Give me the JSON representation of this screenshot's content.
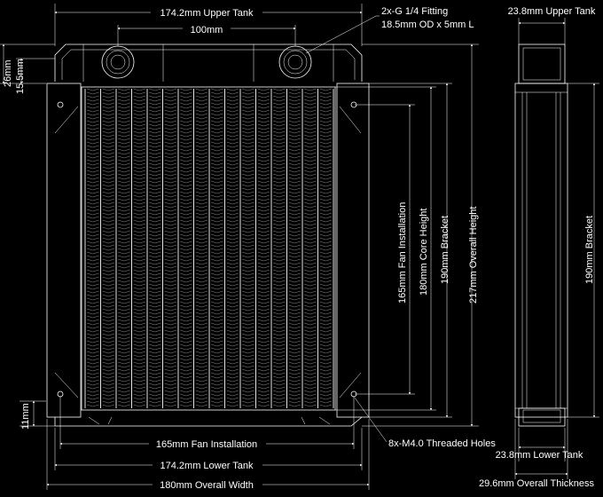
{
  "front_view": {
    "dimensions": {
      "upper_tank_width": "174.2mm Upper Tank",
      "fitting_spacing": "100mm",
      "fitting_spec_line1": "2x-G 1/4 Fitting",
      "fitting_spec_line2": "18.5mm OD x 5mm L",
      "tank_height_26": "26mm",
      "tank_height_15": "15.5mm",
      "lower_tank_height": "11mm",
      "fan_installation_height": "165mm Fan Installation",
      "core_height": "180mm Core Height",
      "bracket_height": "190mm Bracket",
      "overall_height": "217mm Overall Height",
      "fan_installation_width": "165mm Fan Installation",
      "lower_tank_width": "174.2mm Lower Tank",
      "overall_width": "180mm Overall Width",
      "threaded_holes": "8x-M4.0 Threaded Holes"
    }
  },
  "side_view": {
    "dimensions": {
      "upper_tank_thickness": "23.8mm Upper Tank",
      "bracket_height": "190mm Bracket",
      "lower_tank_thickness": "23.8mm Lower Tank",
      "overall_thickness": "29.6mm Overall Thickness"
    }
  },
  "colors": {
    "background": "#000000",
    "line": "#ffffff",
    "fin": "#cfcfcf"
  }
}
